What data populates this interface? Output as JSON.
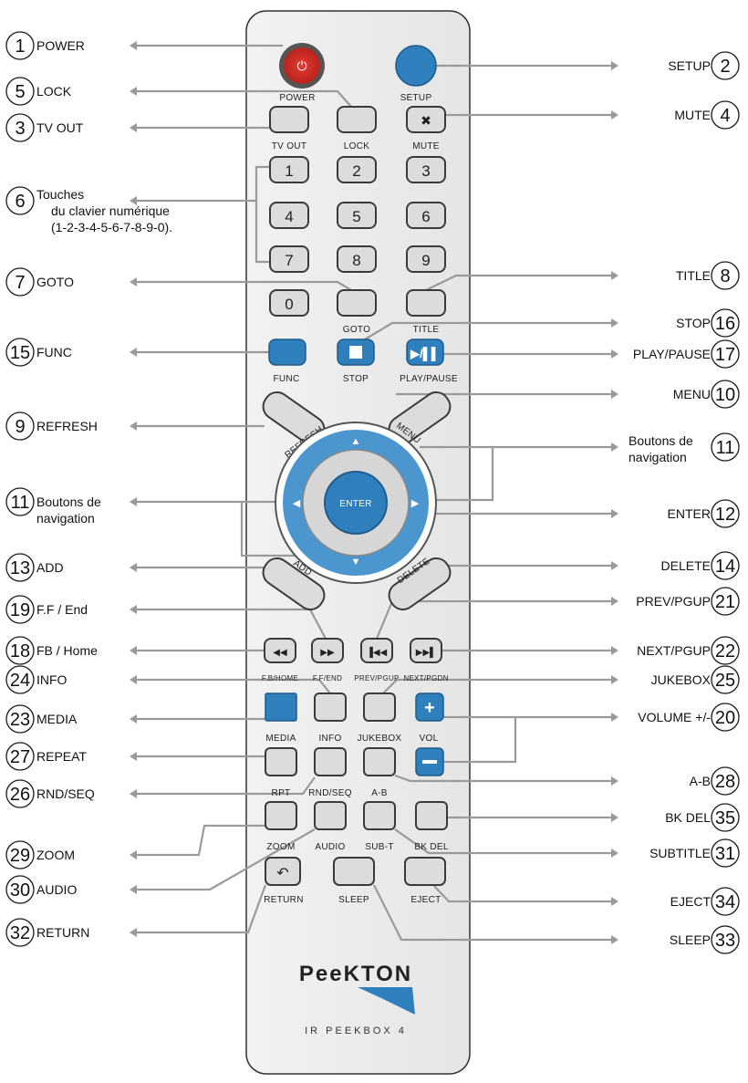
{
  "remote": {
    "brand": "PeeKTON",
    "model": "IR PEEKBOX 4",
    "buttons": {
      "power": "POWER",
      "setup": "SETUP",
      "tv_out": "TV OUT",
      "lock": "LOCK",
      "mute": "MUTE",
      "digits": [
        "1",
        "2",
        "3",
        "4",
        "5",
        "6",
        "7",
        "8",
        "9",
        "0"
      ],
      "goto": "GOTO",
      "title": "TITLE",
      "func": "FUNC",
      "stop": "STOP",
      "play_pause": "PLAY/PAUSE",
      "refresh": "REFRESH",
      "menu": "MENU",
      "enter": "ENTER",
      "add": "ADD",
      "delete": "DELETE",
      "fb_home": "F.B/HOME",
      "ff_end": "F.F/END",
      "prev_pgup": "PREV/PGUP",
      "next_pgdn": "NEXT/PGDN",
      "media": "MEDIA",
      "info": "INFO",
      "jukebox": "JUKEBOX",
      "vol": "VOL",
      "rpt": "RPT",
      "rnd_seq": "RND/SEQ",
      "a_b": "A-B",
      "zoom": "ZOOM",
      "audio": "AUDIO",
      "sub_t": "SUB-T",
      "bk_del": "BK DEL",
      "return": "RETURN",
      "sleep": "SLEEP",
      "eject": "EJECT"
    }
  },
  "callouts_left": [
    {
      "num": "1",
      "text": "POWER"
    },
    {
      "num": "5",
      "text": "LOCK"
    },
    {
      "num": "3",
      "text": "TV OUT"
    },
    {
      "num": "6",
      "text": "Touches",
      "line2": "du clavier numérique",
      "line3": "(1-2-3-4-5-6-7-8-9-0)."
    },
    {
      "num": "7",
      "text": "GOTO"
    },
    {
      "num": "15",
      "text": "FUNC"
    },
    {
      "num": "9",
      "text": "REFRESH"
    },
    {
      "num": "11",
      "text": "Boutons de",
      "line2": "navigation"
    },
    {
      "num": "13",
      "text": "ADD"
    },
    {
      "num": "19",
      "text": "F.F / End"
    },
    {
      "num": "18",
      "text": "FB / Home"
    },
    {
      "num": "24",
      "text": "INFO"
    },
    {
      "num": "23",
      "text": "MEDIA"
    },
    {
      "num": "27",
      "text": "REPEAT"
    },
    {
      "num": "26",
      "text": "RND/SEQ"
    },
    {
      "num": "29",
      "text": "ZOOM"
    },
    {
      "num": "30",
      "text": "AUDIO"
    },
    {
      "num": "32",
      "text": "RETURN"
    }
  ],
  "callouts_right": [
    {
      "num": "2",
      "text": "SETUP"
    },
    {
      "num": "4",
      "text": "MUTE"
    },
    {
      "num": "8",
      "text": "TITLE"
    },
    {
      "num": "16",
      "text": "STOP"
    },
    {
      "num": "17",
      "text": "PLAY/PAUSE"
    },
    {
      "num": "10",
      "text": "MENU"
    },
    {
      "num": "11",
      "text": "Boutons de",
      "line2": "navigation"
    },
    {
      "num": "12",
      "text": "ENTER"
    },
    {
      "num": "14",
      "text": "DELETE"
    },
    {
      "num": "21",
      "text": "PREV/PGUP"
    },
    {
      "num": "22",
      "text": "NEXT/PGUP"
    },
    {
      "num": "25",
      "text": "JUKEBOX"
    },
    {
      "num": "20",
      "text": "VOLUME +/-"
    },
    {
      "num": "28",
      "text": "A-B"
    },
    {
      "num": "35",
      "text": "BK DEL"
    },
    {
      "num": "31",
      "text": "SUBTITLE"
    },
    {
      "num": "34",
      "text": "EJECT"
    },
    {
      "num": "33",
      "text": "SLEEP"
    }
  ],
  "colors": {
    "remote_body": "#eaeaea",
    "button_gray": "#dcdcdc",
    "button_blue": "#2f7fbd",
    "power_red": "#d9302a",
    "leader_gray": "#9a9a9a"
  }
}
